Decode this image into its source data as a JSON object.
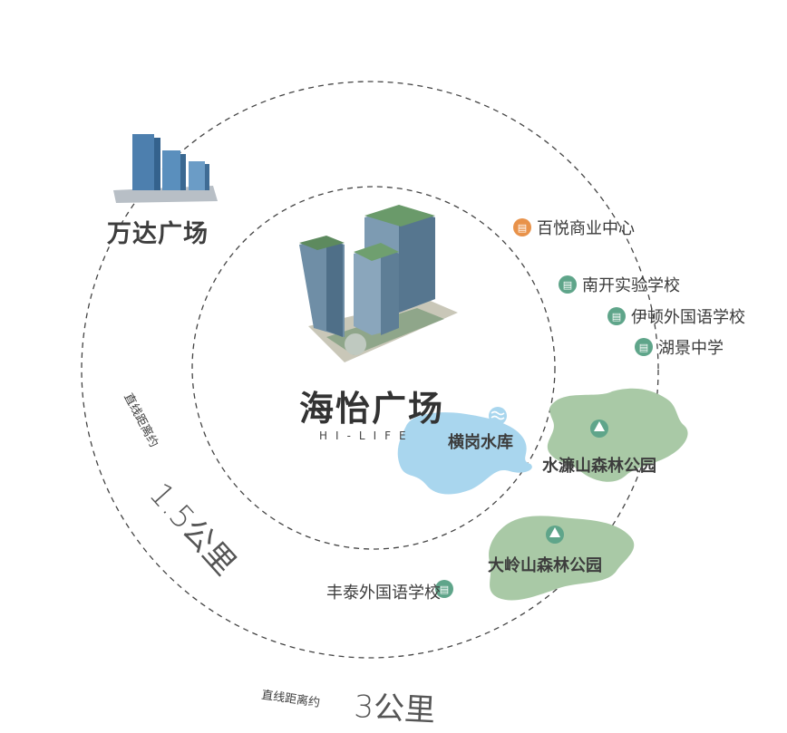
{
  "center": {
    "name": "海怡广场",
    "name_en": "HI-LIFE"
  },
  "landmark_wanda": "万达广场",
  "rings": [
    {
      "prefix": "直线距离约",
      "distance": "1.5公里"
    },
    {
      "prefix": "直线距离约",
      "distance": "3公里"
    }
  ],
  "pois": {
    "baiyue": "百悦商业中心",
    "nankai": "南开实验学校",
    "yidun": "伊顿外国语学校",
    "hujing": "湖景中学",
    "henggang": "横岗水库",
    "shuilian": "水濂山森林公园",
    "daling": "大岭山森林公园",
    "fengtai": "丰泰外国语学校"
  },
  "colors": {
    "water": "#a9d6ee",
    "park": "#a9c9a6",
    "icon_green": "#5fa58a",
    "icon_orange": "#e8924a",
    "ring": "#444444"
  }
}
